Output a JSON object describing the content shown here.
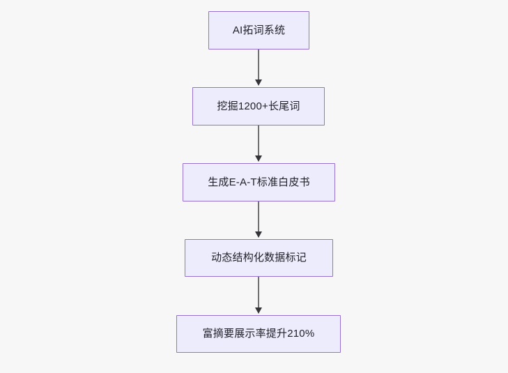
{
  "diagram": {
    "type": "flowchart",
    "direction": "top-to-bottom",
    "colors": {
      "background": "#f7f7f8",
      "node_fill": "#ececfc",
      "node_border": "#9672d0",
      "node_text": "#1f1f28",
      "connector_line": "#707070",
      "arrowhead": "#333338"
    },
    "nodes": [
      {
        "id": "n1",
        "label": "AI拓词系统"
      },
      {
        "id": "n2",
        "label": "挖掘1200+长尾词"
      },
      {
        "id": "n3",
        "label": "生成E-A-T标准白皮书"
      },
      {
        "id": "n4",
        "label": "动态结构化数据标记"
      },
      {
        "id": "n5",
        "label": "富摘要展示率提升210%"
      }
    ],
    "edges": [
      {
        "from": "n1",
        "to": "n2",
        "arrow": "down"
      },
      {
        "from": "n2",
        "to": "n3",
        "arrow": "down"
      },
      {
        "from": "n3",
        "to": "n4",
        "arrow": "down"
      },
      {
        "from": "n4",
        "to": "n5",
        "arrow": "down"
      }
    ]
  }
}
